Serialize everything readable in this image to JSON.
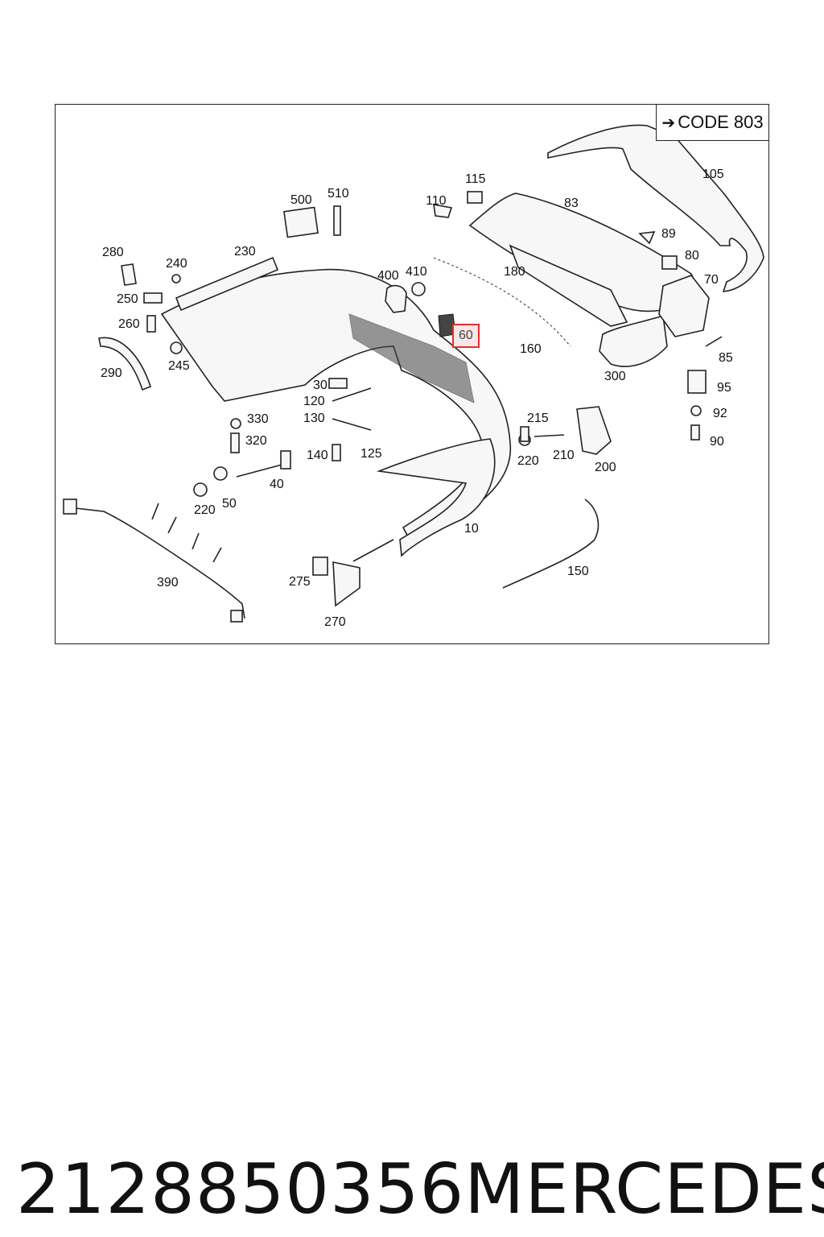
{
  "diagram": {
    "code_label": "CODE 803",
    "code_arrow_icon": "arrow-right-icon",
    "callouts": [
      {
        "id": "105",
        "text": "105"
      },
      {
        "id": "115",
        "text": "115"
      },
      {
        "id": "83",
        "text": "83"
      },
      {
        "id": "110",
        "text": "110"
      },
      {
        "id": "500",
        "text": "500"
      },
      {
        "id": "510",
        "text": "510"
      },
      {
        "id": "89",
        "text": "89"
      },
      {
        "id": "80",
        "text": "80"
      },
      {
        "id": "280",
        "text": "280"
      },
      {
        "id": "230",
        "text": "230"
      },
      {
        "id": "240",
        "text": "240"
      },
      {
        "id": "400",
        "text": "400"
      },
      {
        "id": "410",
        "text": "410"
      },
      {
        "id": "180",
        "text": "180"
      },
      {
        "id": "70",
        "text": "70"
      },
      {
        "id": "250",
        "text": "250"
      },
      {
        "id": "260",
        "text": "260"
      },
      {
        "id": "60",
        "text": "60",
        "highlighted": true
      },
      {
        "id": "160",
        "text": "160"
      },
      {
        "id": "85",
        "text": "85"
      },
      {
        "id": "290",
        "text": "290"
      },
      {
        "id": "245",
        "text": "245"
      },
      {
        "id": "300",
        "text": "300"
      },
      {
        "id": "30",
        "text": "30"
      },
      {
        "id": "95",
        "text": "95"
      },
      {
        "id": "120",
        "text": "120"
      },
      {
        "id": "330",
        "text": "330"
      },
      {
        "id": "130",
        "text": "130"
      },
      {
        "id": "215",
        "text": "215"
      },
      {
        "id": "92",
        "text": "92"
      },
      {
        "id": "320",
        "text": "320"
      },
      {
        "id": "140",
        "text": "140"
      },
      {
        "id": "125",
        "text": "125"
      },
      {
        "id": "90",
        "text": "90"
      },
      {
        "id": "220a",
        "text": "220"
      },
      {
        "id": "210",
        "text": "210"
      },
      {
        "id": "200",
        "text": "200"
      },
      {
        "id": "40",
        "text": "40"
      },
      {
        "id": "220b",
        "text": "220"
      },
      {
        "id": "50",
        "text": "50"
      },
      {
        "id": "10",
        "text": "10"
      },
      {
        "id": "390",
        "text": "390"
      },
      {
        "id": "150",
        "text": "150"
      },
      {
        "id": "275",
        "text": "275"
      },
      {
        "id": "270",
        "text": "270"
      }
    ]
  },
  "footer": {
    "part_number": "2128850356",
    "brand": "MERCEDES"
  },
  "colors": {
    "highlight_border": "#e23030",
    "highlight_fill": "#f9e6e6",
    "line": "#222222"
  }
}
